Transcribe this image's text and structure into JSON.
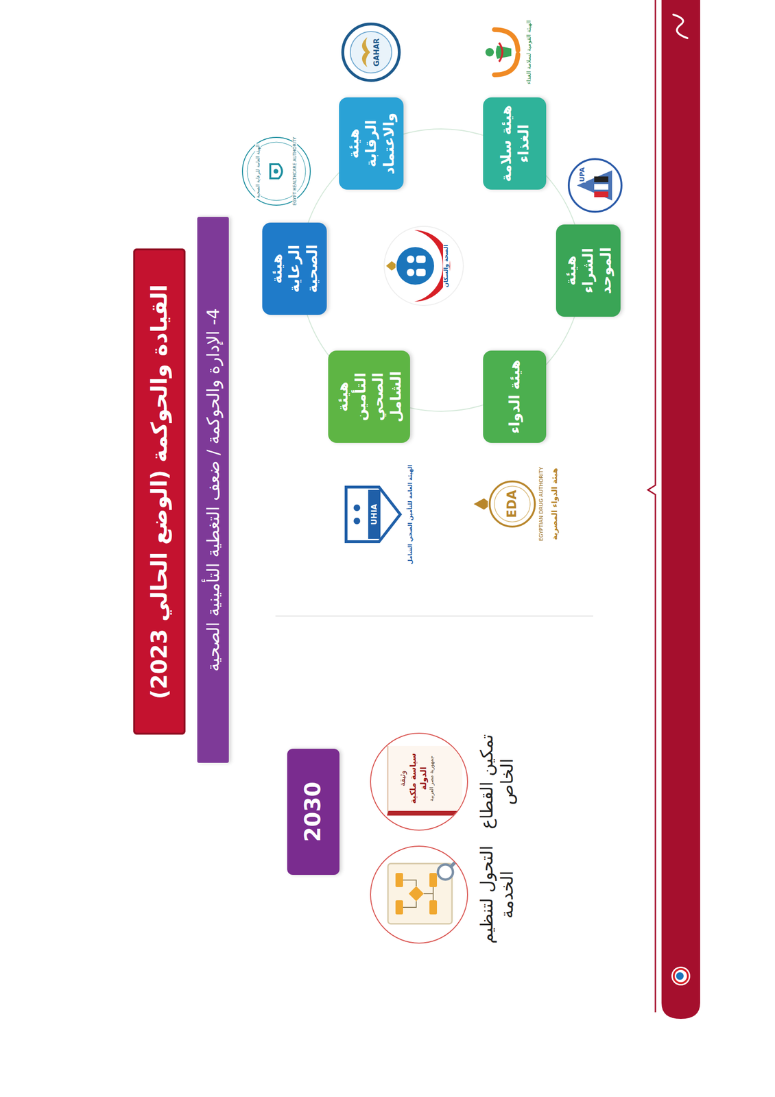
{
  "diagram": {
    "title": "القيادة والحوكمة (الوضع الحالي 2023)",
    "nodes": [
      {
        "text": [
          "4- الإدارة والحوكمة / ضعف التغطية التأمينية الصحية"
        ]
      },
      {
        "text": [
          "هيئة الرقابة والاعتماد"
        ]
      },
      {
        "text": [
          "هيئة سلامة الغذاء"
        ]
      },
      {
        "text": [
          "هيئة الرعاية الصحية"
        ]
      },
      {
        "text": [
          "هيئة الشراء الموحد"
        ]
      },
      {
        "text": [
          "هيئة التأمين الصحي الشامل"
        ]
      },
      {
        "text": [
          "هيئة الدواء"
        ]
      },
      {
        "text": [
          "2030"
        ]
      },
      {
        "text": [
          "وثيقة",
          "سياسة ملكية الدولة",
          "جمهورية مصر العربية",
          "تمكين القطاع الخاص"
        ]
      },
      {
        "text": [
          "التحول لتنظيم الخدمة"
        ]
      }
    ],
    "labels": [
      "GAHAR",
      "الهيئة العامة للرعاية الصحية",
      "EGYPT HEALTHCARE AUTHORITY",
      "الصحة والسكان",
      "الهيئة القومية لسلامة الغذاء",
      "UPA",
      "UHIA",
      "الهيئة العامة للتأمين الصحي الشامل",
      "EDA",
      "EGYPTIAN DRUG AUTHORITY",
      "هيئة الدواء المصرية"
    ]
  }
}
